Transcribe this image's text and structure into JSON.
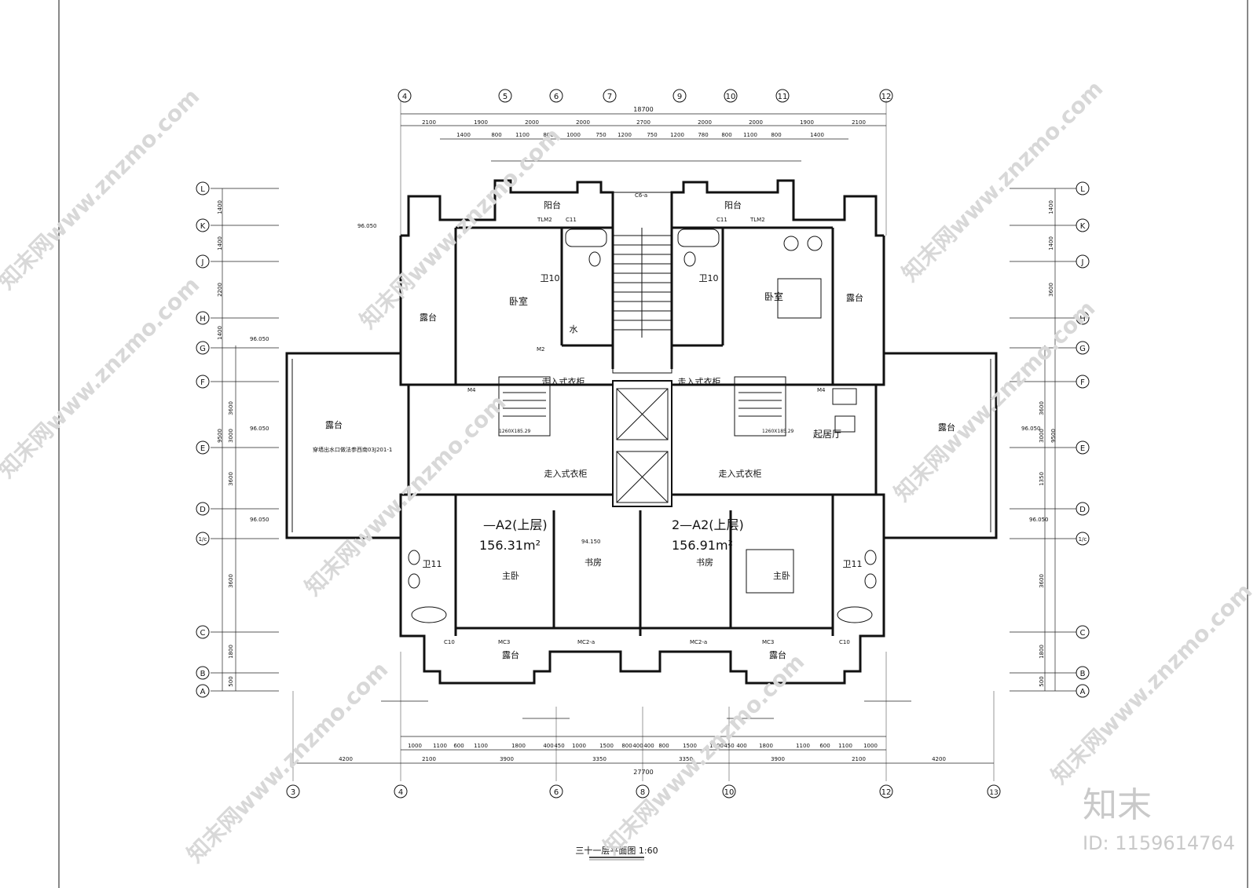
{
  "drawing": {
    "title": "三十一层平面图 1:60",
    "grid_top": [
      "4",
      "5",
      "6",
      "7",
      "9",
      "10",
      "11",
      "12"
    ],
    "grid_bottom": [
      "3",
      "4",
      "6",
      "8",
      "10",
      "12",
      "13"
    ],
    "grid_left": [
      "L",
      "K",
      "J",
      "H",
      "G",
      "F",
      "E",
      "D",
      "1/c",
      "C",
      "B",
      "A"
    ],
    "grid_right": [
      "L",
      "K",
      "J",
      "H",
      "G",
      "F",
      "E",
      "D",
      "1/c",
      "C",
      "B",
      "A"
    ],
    "overall_top": "18700",
    "overall_bottom": "27700",
    "dims_top_row1": [
      "2100",
      "1900",
      "2000",
      "2000",
      "2700",
      "2000",
      "2000",
      "1900",
      "2100"
    ],
    "dims_top_row2": [
      "1400",
      "800",
      "1100",
      "800",
      "1000",
      "750",
      "1200",
      "750",
      "1200",
      "780",
      "800",
      "1100",
      "800",
      "1400"
    ],
    "dims_bottom_row1": [
      "1000",
      "1100",
      "600",
      "1100",
      "1800",
      "400",
      "450",
      "1000",
      "1500",
      "800",
      "400",
      "400",
      "800",
      "1500",
      "1000",
      "450",
      "400",
      "1800",
      "1100",
      "600",
      "1100",
      "1000"
    ],
    "dims_bottom_row2": [
      "4200",
      "2100",
      "3900",
      "3350",
      "3350",
      "3900",
      "2100",
      "4200"
    ],
    "dims_left": [
      "1400",
      "1400",
      "2200",
      "1400",
      "3600",
      "3000",
      "3600",
      "3600",
      "1800",
      "500"
    ],
    "dims_right": [
      "1400",
      "1400",
      "3600",
      "3600",
      "3000",
      "1350",
      "3600",
      "1800",
      "500"
    ],
    "side_total": "9500",
    "rooms": {
      "balcony_l": "阳台",
      "balcony_r": "阳台",
      "terrace_l1": "露台",
      "terrace_r1": "露台",
      "terrace_l2": "露台",
      "terrace_r2": "露台",
      "terrace_bl": "露台",
      "terrace_br": "露台",
      "bedroom_l": "卧室",
      "bedroom_r": "卧室",
      "wc10_l": "卫10",
      "wc10_r": "卫10",
      "wc11_l": "卫11",
      "wc11_r": "卫11",
      "water": "水",
      "walkin_1": "走入式衣柜",
      "walkin_2": "走入式衣柜",
      "walkin_3": "走入式衣柜",
      "walkin_4": "走入式衣柜",
      "master_l": "主卧",
      "master_r": "主卧",
      "study_l": "书房",
      "study_r": "书房",
      "living_r": "起居厅"
    },
    "unit_l_name": "—A2(上层)",
    "unit_l_area": "156.31m²",
    "unit_r_name": "2—A2(上层)",
    "unit_r_area": "156.91m²",
    "elev_1": "96.050",
    "elev_2": "94.150",
    "note_drain": "穿墙出水口做法参西南03J201-1",
    "stair_note": "1260X185.29",
    "door_tags": [
      "M2",
      "M4",
      "C11",
      "TLM2",
      "C10",
      "MC3",
      "MC2-a",
      "C6-a"
    ]
  },
  "watermark": {
    "site": "知末网www.znzmo.com",
    "logo": "知末",
    "id_label": "ID: 1159614764"
  }
}
